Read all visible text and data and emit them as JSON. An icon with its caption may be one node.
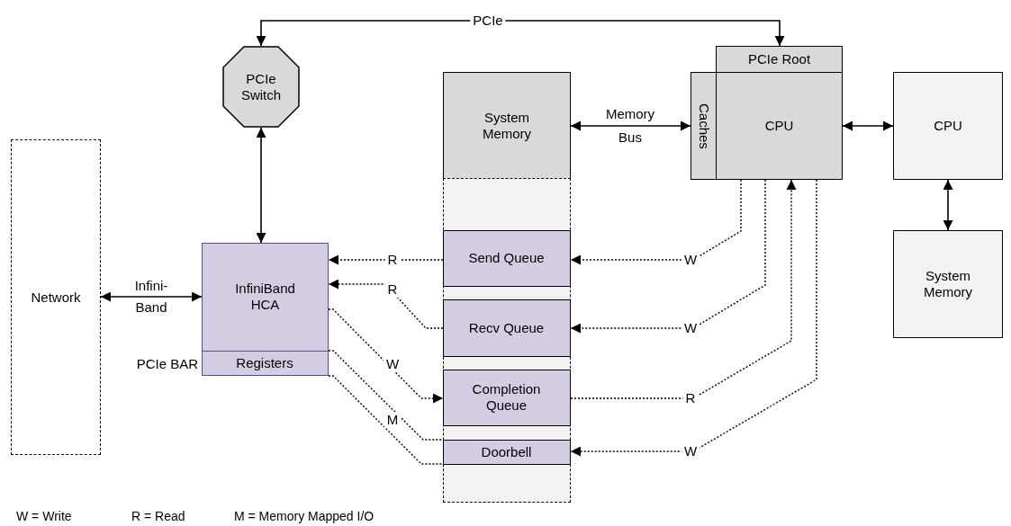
{
  "diagram": {
    "nodes": [
      {
        "text": [
          "Network"
        ]
      },
      {
        "text": [
          "PCIe Switch"
        ]
      },
      {
        "text": [
          "InfiniBand HCA"
        ]
      },
      {
        "text": [
          "Registers"
        ],
        "in": 2,
        "beside": [
          "PCIe BAR"
        ]
      },
      {
        "text": [
          "System Memory"
        ]
      },
      {
        "text": [],
        "shape": "box"
      },
      {
        "text": [
          "Send Queue"
        ],
        "in": 5
      },
      {
        "text": [
          "Recv Queue"
        ],
        "in": 5
      },
      {
        "text": [
          "Completion Queue"
        ],
        "in": 5
      },
      {
        "text": [
          "Doorbell"
        ],
        "in": 5
      },
      {
        "text": [
          "PCIe Root"
        ]
      },
      {
        "text": [
          "Caches"
        ]
      },
      {
        "text": [
          "CPU"
        ]
      },
      {
        "text": [
          "CPU"
        ]
      },
      {
        "text": [
          "System Memory"
        ]
      }
    ],
    "edges": [
      {
        "from": 1,
        "to": 10,
        "arrow": "both",
        "label": "PCIe"
      },
      {
        "from": 1,
        "to": 2,
        "arrow": "both"
      },
      {
        "from": 0,
        "to": 2,
        "arrow": "both",
        "label": "Infini- Band"
      },
      {
        "from": 4,
        "to": 11,
        "arrow": "both",
        "label": "Memory Bus"
      },
      {
        "from": 12,
        "to": 13,
        "arrow": "both"
      },
      {
        "from": 13,
        "to": 14,
        "arrow": "both"
      },
      {
        "from": 6,
        "to": 2,
        "arrow": "to",
        "label": "R",
        "style": "dashed"
      },
      {
        "from": 7,
        "to": 2,
        "arrow": "to",
        "label": "R",
        "style": "dashed"
      },
      {
        "from": 2,
        "to": 8,
        "arrow": "to",
        "label": "W",
        "style": "dashed"
      },
      {
        "from": 3,
        "to": 9,
        "arrow": "none",
        "label": "M",
        "style": "dashed"
      },
      {
        "from": 3,
        "to": 9,
        "arrow": "none",
        "style": "dashed"
      },
      {
        "from": 12,
        "to": 6,
        "arrow": "to",
        "label": "W",
        "style": "dashed"
      },
      {
        "from": 12,
        "to": 7,
        "arrow": "to",
        "label": "W",
        "style": "dashed"
      },
      {
        "from": 8,
        "to": 12,
        "arrow": "to",
        "label": "R",
        "style": "dashed"
      },
      {
        "from": 12,
        "to": 9,
        "arrow": "to",
        "label": "W",
        "style": "dashed"
      }
    ],
    "labels": [
      "W = Write",
      "R = Read",
      "M = Memory Mapped I/O"
    ]
  }
}
